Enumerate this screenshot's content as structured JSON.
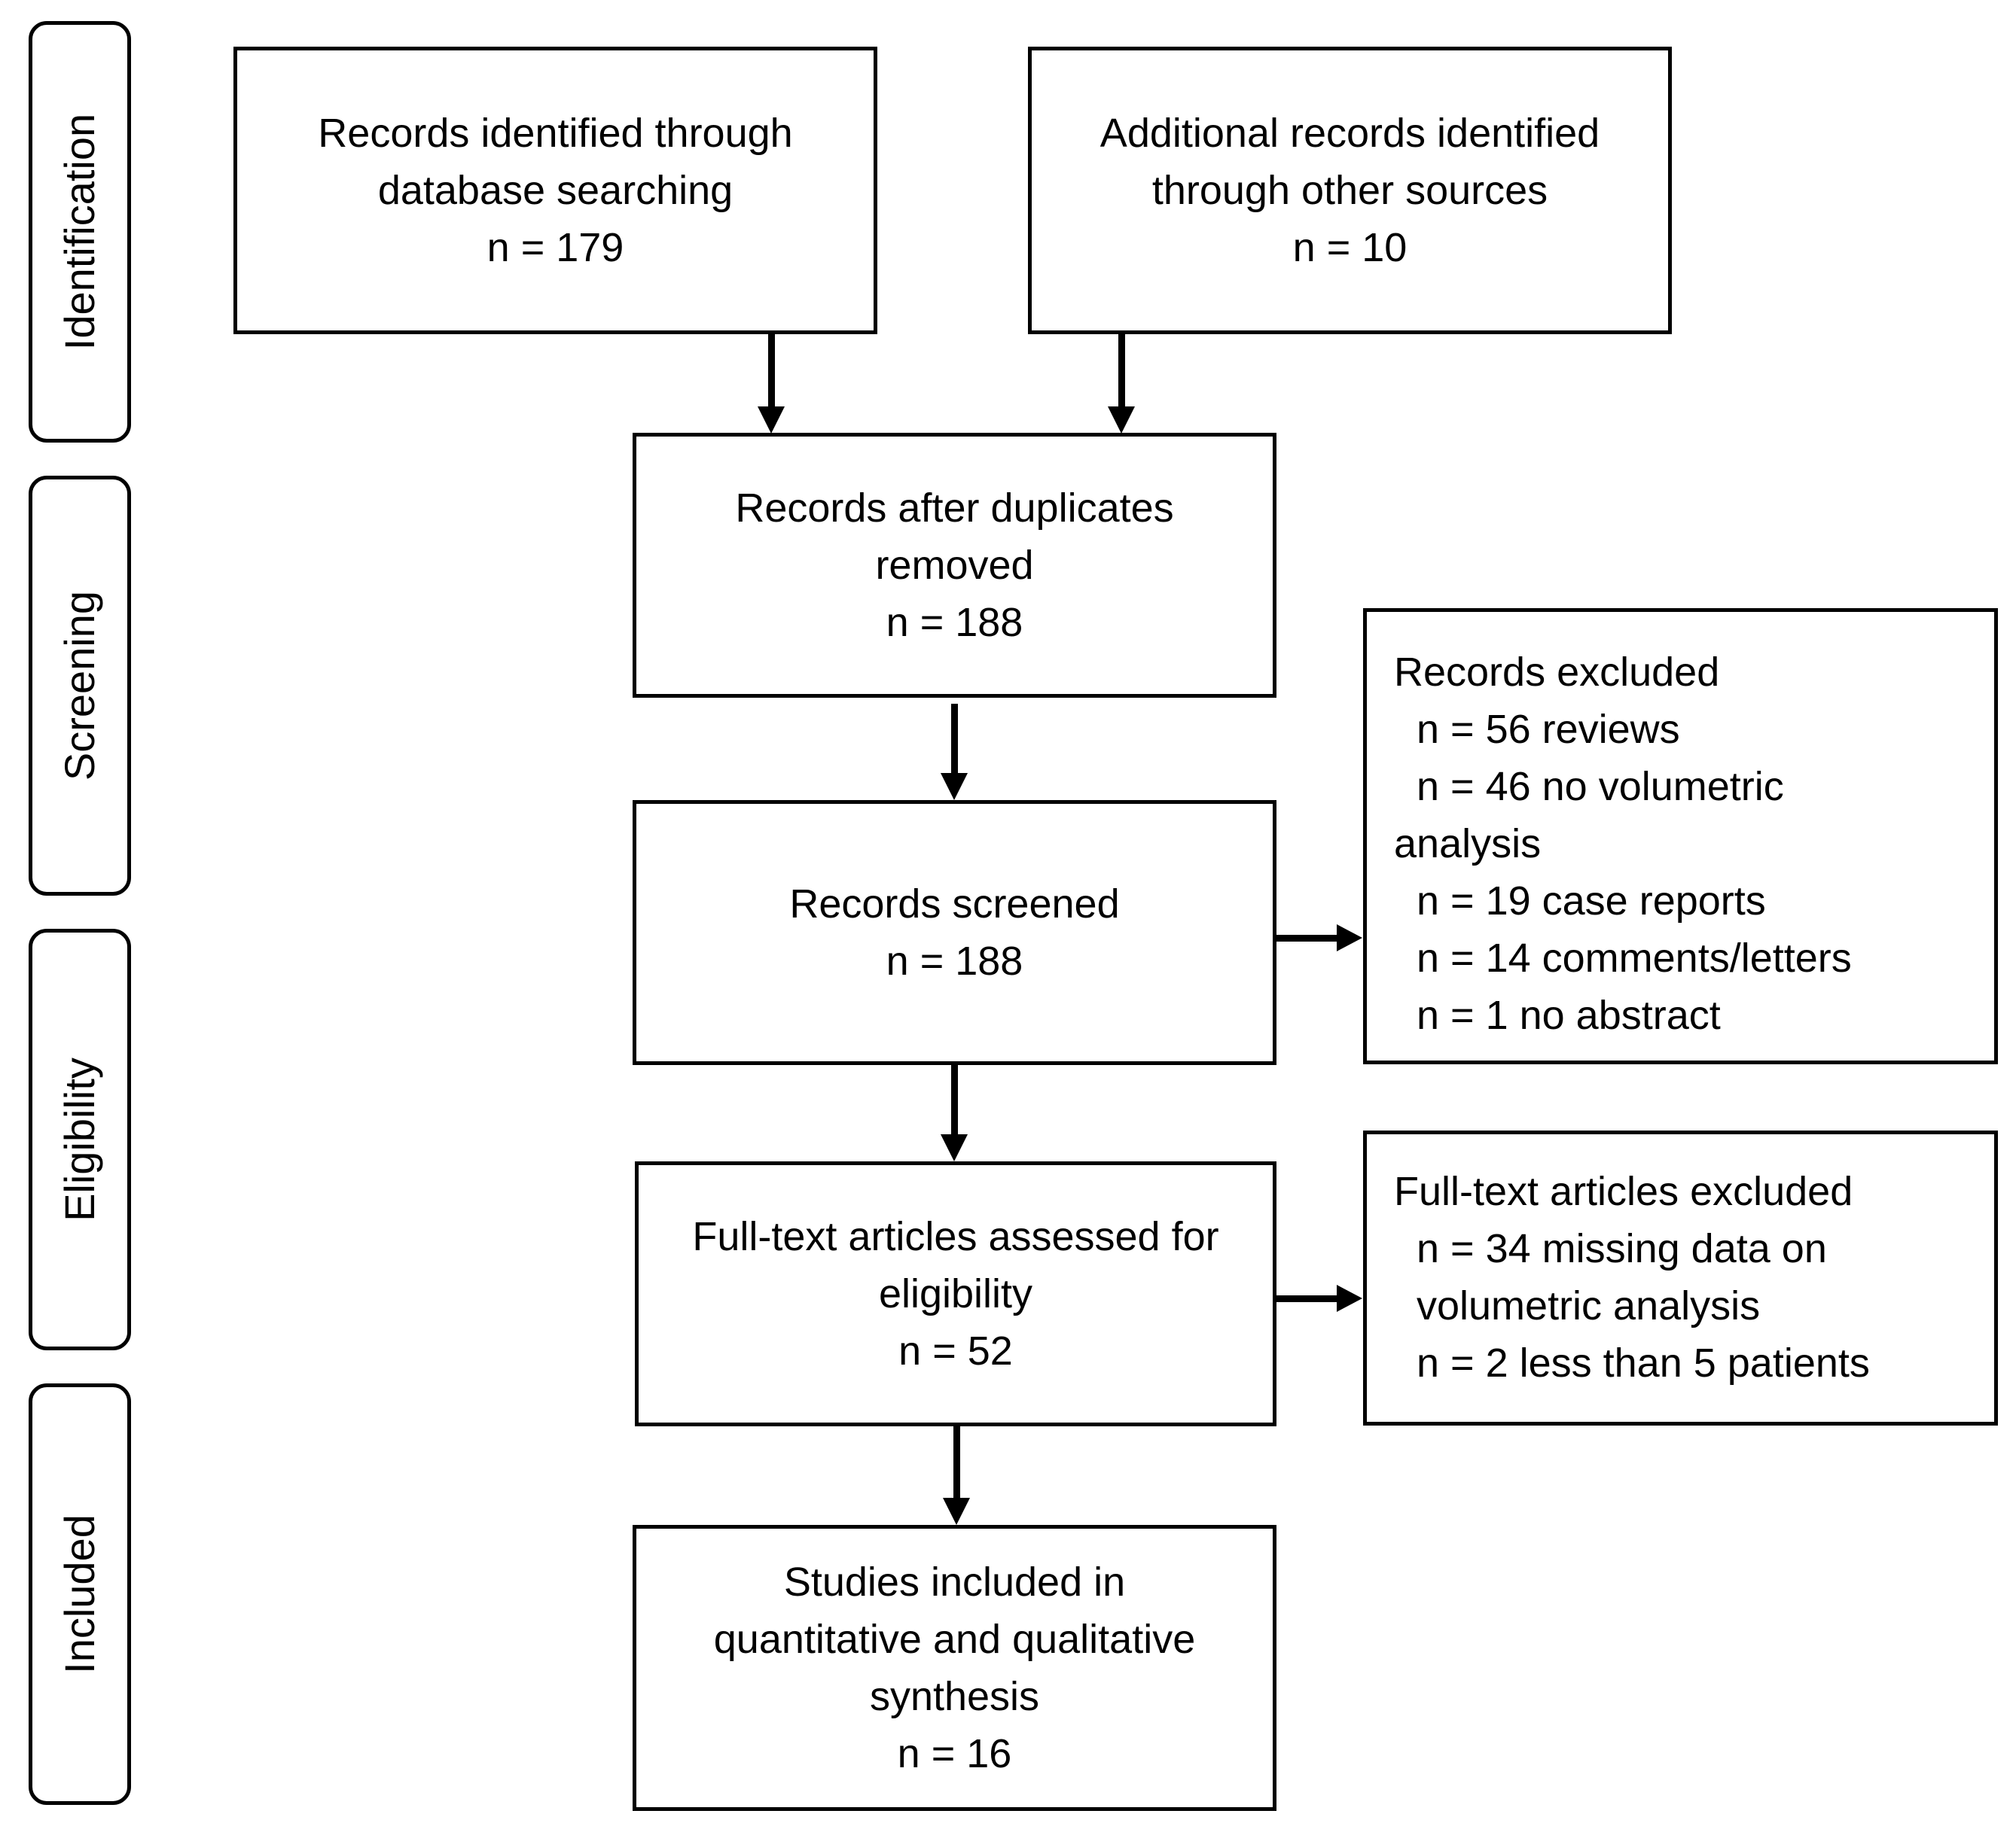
{
  "phases": {
    "identification": "Identification",
    "screening": "Screening",
    "eligibility": "Eligibility",
    "included": "Included"
  },
  "boxes": {
    "database": {
      "line1": "Records identified through",
      "line2": "database searching",
      "line3": "n = 179"
    },
    "other_sources": {
      "line1": "Additional records identified",
      "line2": "through other sources",
      "line3": "n = 10"
    },
    "after_duplicates": {
      "line1": "Records after duplicates",
      "line2": "removed",
      "line3": "n = 188"
    },
    "screened": {
      "line1": "Records screened",
      "line2": "n = 188"
    },
    "excluded": {
      "title": "Records excluded",
      "items": [
        "n = 56 reviews",
        "n = 46 no volumetric",
        "analysis",
        "n = 19 case reports",
        "n = 14 comments/letters",
        "n = 1 no abstract"
      ]
    },
    "fulltext": {
      "line1": "Full-text articles assessed for",
      "line2": "eligibility",
      "line3": "n = 52"
    },
    "fulltext_excluded": {
      "title": "Full-text articles excluded",
      "items": [
        "n = 34 missing data on",
        "volumetric analysis",
        "n = 2 less than 5 patients"
      ]
    },
    "included": {
      "line1": "Studies included in",
      "line2": "quantitative and qualitative",
      "line3": "synthesis",
      "line4": "n = 16"
    }
  }
}
